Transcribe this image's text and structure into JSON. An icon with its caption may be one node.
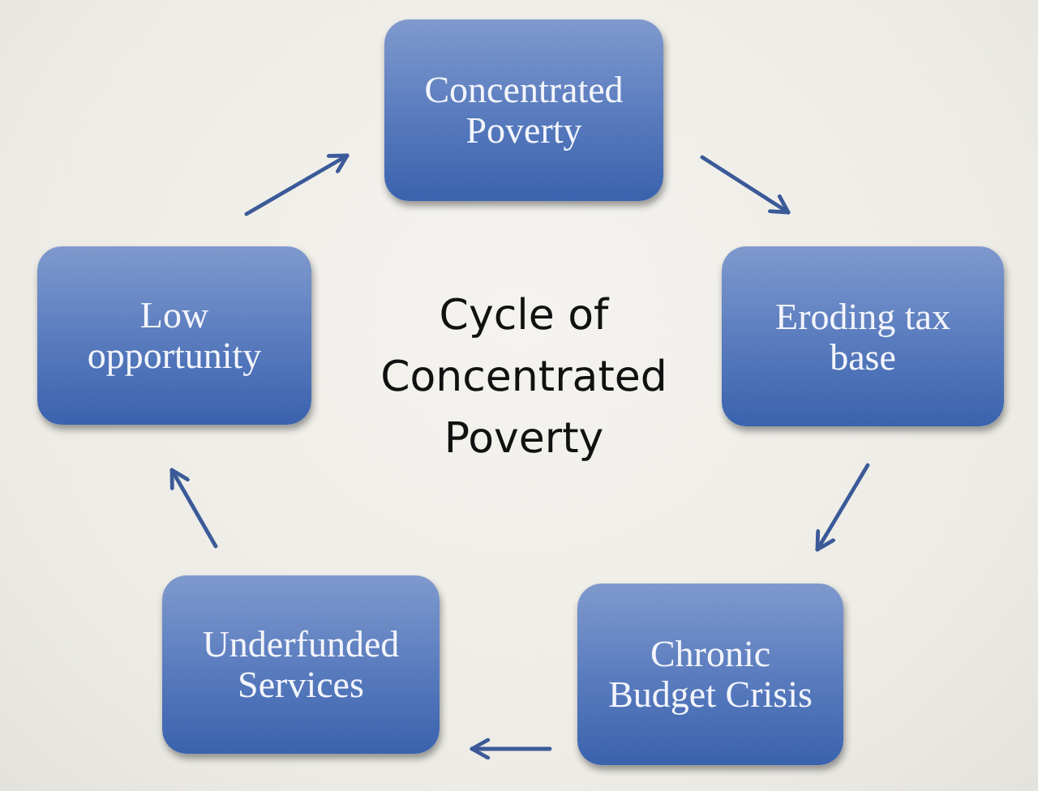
{
  "diagram": {
    "title": "Cycle of Concentrated Poverty",
    "nodes": [
      {
        "text": [
          "Concentrated Poverty"
        ]
      },
      {
        "text": [
          "Eroding tax base"
        ]
      },
      {
        "text": [
          "Chronic Budget Crisis"
        ]
      },
      {
        "text": [
          "Underfunded Services"
        ]
      },
      {
        "text": [
          "Low opportunity"
        ]
      }
    ],
    "edges": [
      {
        "from": 0,
        "to": 1,
        "arrow": "to"
      },
      {
        "from": 1,
        "to": 2,
        "arrow": "to"
      },
      {
        "from": 2,
        "to": 3,
        "arrow": "to"
      },
      {
        "from": 3,
        "to": 4,
        "arrow": "to"
      },
      {
        "from": 4,
        "to": 0,
        "arrow": "to"
      }
    ]
  }
}
